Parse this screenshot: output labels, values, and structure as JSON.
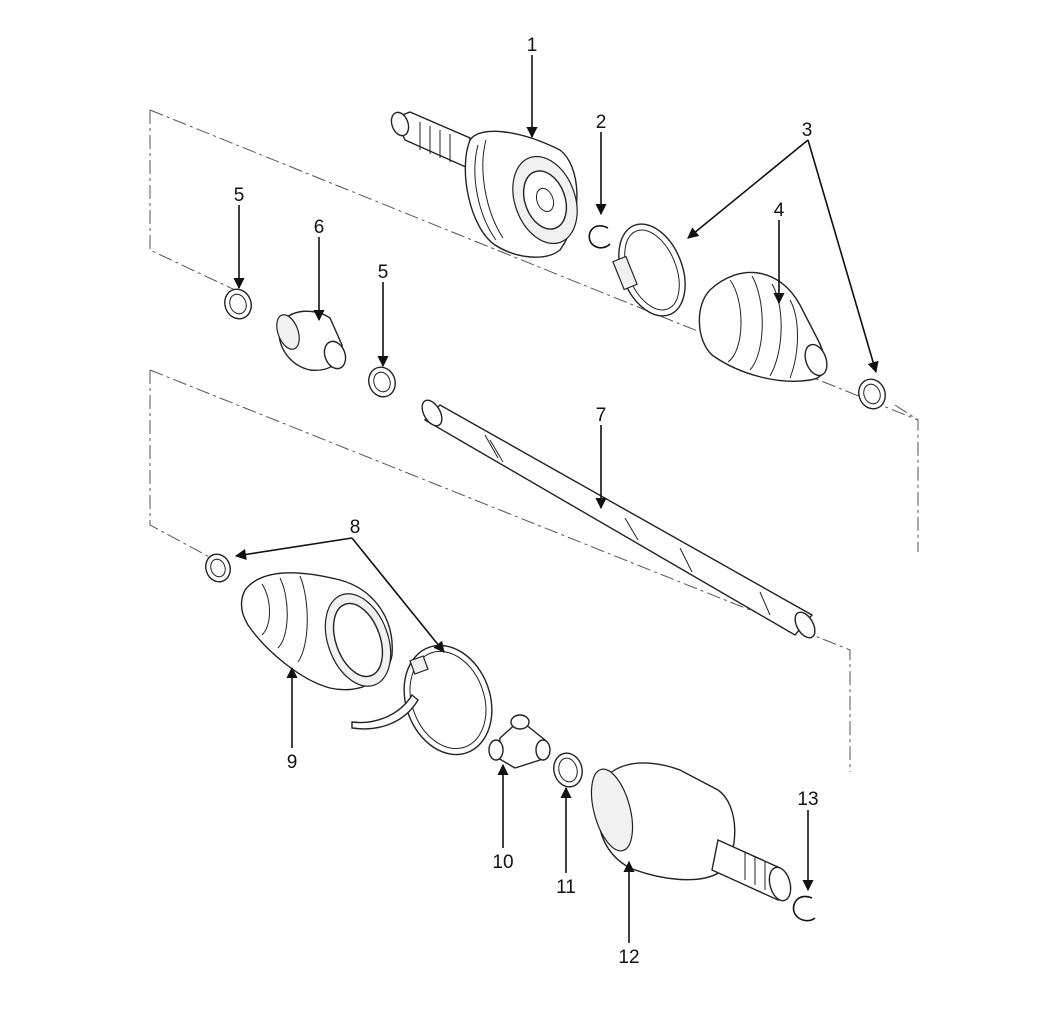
{
  "callouts": [
    {
      "id": "1",
      "text": "1"
    },
    {
      "id": "2",
      "text": "2"
    },
    {
      "id": "3",
      "text": "3"
    },
    {
      "id": "4",
      "text": "4"
    },
    {
      "id": "5a",
      "text": "5"
    },
    {
      "id": "5b",
      "text": "5"
    },
    {
      "id": "6",
      "text": "6"
    },
    {
      "id": "7",
      "text": "7"
    },
    {
      "id": "8",
      "text": "8"
    },
    {
      "id": "9",
      "text": "9"
    },
    {
      "id": "10",
      "text": "10"
    },
    {
      "id": "11",
      "text": "11"
    },
    {
      "id": "12",
      "text": "12"
    },
    {
      "id": "13",
      "text": "13"
    }
  ]
}
